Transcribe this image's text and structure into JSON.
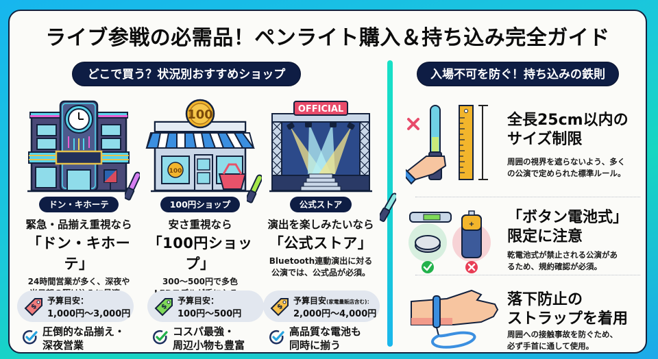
{
  "title": "ライブ参戦の必需品！ペンライト購入＆持ち込み完全ガイド",
  "left_section": {
    "heading": "どこで買う？状況別おすすめショップ",
    "shops": [
      {
        "pill": "ドン・キホーテ",
        "lead": "緊急・品揃え重視なら",
        "name": "「ドン・キホーテ」",
        "desc_lines": [
          "24時間営業が多く、深夜や",
          "当日朝の駆け込みに最適。"
        ],
        "budget_label": "予算目安：",
        "budget_note": "",
        "budget_value": "1,000円〜3,000円",
        "tag_color": "#f07a7a",
        "check_lines": [
          "圧倒的な品揃え・",
          "深夜営業"
        ],
        "check_color": "#27a4e0"
      },
      {
        "pill": "100円ショップ",
        "lead": "安さ重視なら",
        "name": "「100円ショップ」",
        "desc_lines": [
          "300〜500円で多色",
          "LEDモデルが手に入る。"
        ],
        "budget_label": "予算目安：",
        "budget_note": "",
        "budget_value": "100円〜500円",
        "tag_color": "#7ed957",
        "check_lines": [
          "コスパ最強・",
          "周辺小物も豊富"
        ],
        "check_color": "#22b24c"
      },
      {
        "pill": "公式ストア",
        "lead": "演出を楽しみたいなら",
        "name": "「公式ストア」",
        "desc_lines": [
          "Bluetooth連動演出に対る",
          "公演では、公式品が必須。"
        ],
        "budget_label": "予算目安",
        "budget_note": "(家電量販店含む)：",
        "budget_value": "2,000円〜4,000円",
        "tag_color": "#f7c04a",
        "check_lines": [
          "高品質な電池も",
          "同時に揃う"
        ],
        "check_color": "#27a4e0"
      }
    ],
    "store_signs": {
      "coin": "100",
      "official": "OFFICIAL"
    }
  },
  "right_section": {
    "heading": "入場不可を防ぐ！持ち込みの鉄則",
    "rules": [
      {
        "title_lines": [
          "全長25cm以内の",
          "サイズ制限"
        ],
        "desc_lines": [
          "周囲の視界を遮らないよう、多く",
          "の公演で定められた標準ルール。"
        ],
        "icon": "hand-holding-penlight-ruler-icon"
      },
      {
        "title_lines": [
          "「ボタン電池式」",
          "限定に注意"
        ],
        "desc_lines": [
          "乾電池式が禁止される公演があ",
          "るため、規約確認が必須。"
        ],
        "icon": "battery-button-vs-dry-icon"
      },
      {
        "title_lines": [
          "落下防止の",
          "ストラップを着用"
        ],
        "desc_lines": [
          "周囲への接触事故を防ぐため、",
          "必ず手首に通して使用。"
        ],
        "icon": "wrist-strap-icon"
      }
    ]
  },
  "colors": {
    "navy": "#0e1d44",
    "accent_teal": "#18d8c8",
    "bg_blue": "#17b6ee",
    "ok_green": "#22b24c",
    "ng_red": "#e83d55"
  }
}
